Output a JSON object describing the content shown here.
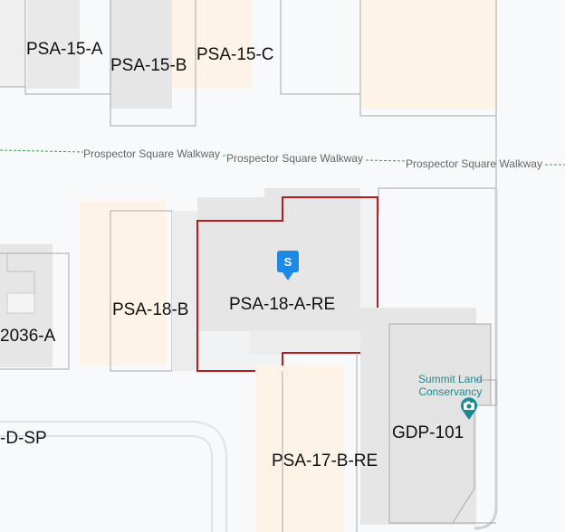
{
  "walkway": {
    "label_1": "Prospector Square Walkway",
    "label_2": "Prospector Square Walkway",
    "label_3": "Prospector Square Walkway"
  },
  "parcels": {
    "psa_15_a": "PSA-15-A",
    "psa_15_b": "PSA-15-B",
    "psa_15_c": "PSA-15-C",
    "psa_18_b": "PSA-18-B",
    "psa_18_a_re": "PSA-18-A-RE",
    "gdp_101": "GDP-101",
    "psa_17_b_re": "PSA-17-B-RE",
    "left_2036_a": "2036-A",
    "left_d_sp": "-D-SP"
  },
  "poi": {
    "name_line1": "Summit Land",
    "name_line2": "Conservancy",
    "icon": "camera-icon",
    "color": "#1a8a8f"
  },
  "marker": {
    "letter": "S",
    "color": "#1e88e5"
  },
  "colors": {
    "selected_outline": "#b71c1c",
    "parcel_outline": "#9e9e9e",
    "building": "#e8e8e8",
    "lot_orange": "#fdf3e7",
    "walkway": "#43a047"
  }
}
